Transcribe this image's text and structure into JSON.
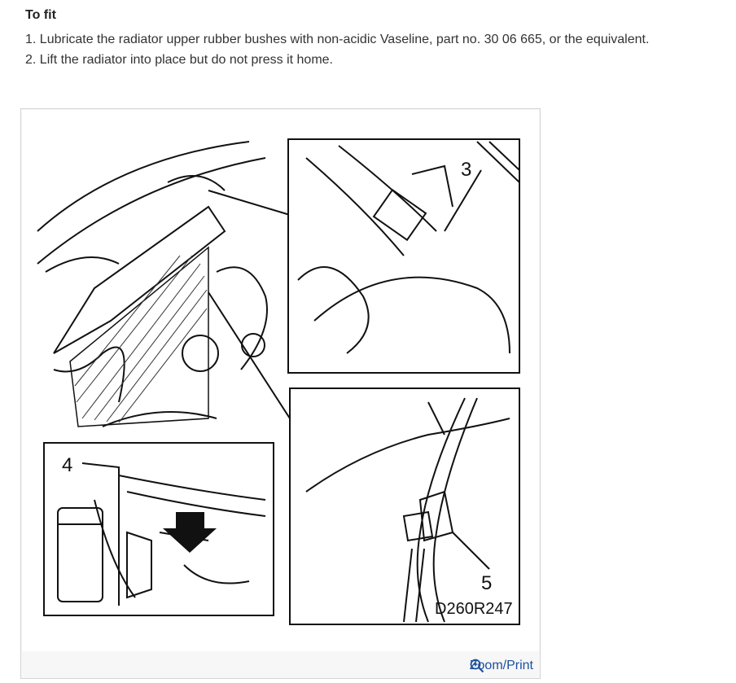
{
  "section": {
    "heading": "To fit",
    "steps": [
      "1. Lubricate the radiator upper rubber bushes with non-acidic Vaseline, part no. 30 06 665, or the equivalent.",
      "2. Lift the radiator into place but do not press it home."
    ]
  },
  "figure": {
    "callouts": [
      "3",
      "4",
      "5"
    ],
    "code": "D260R247",
    "zoom_label": "Zoom/Print",
    "zoom_icon": "magnifier-plus-icon",
    "link_color": "#1a4f9c"
  }
}
